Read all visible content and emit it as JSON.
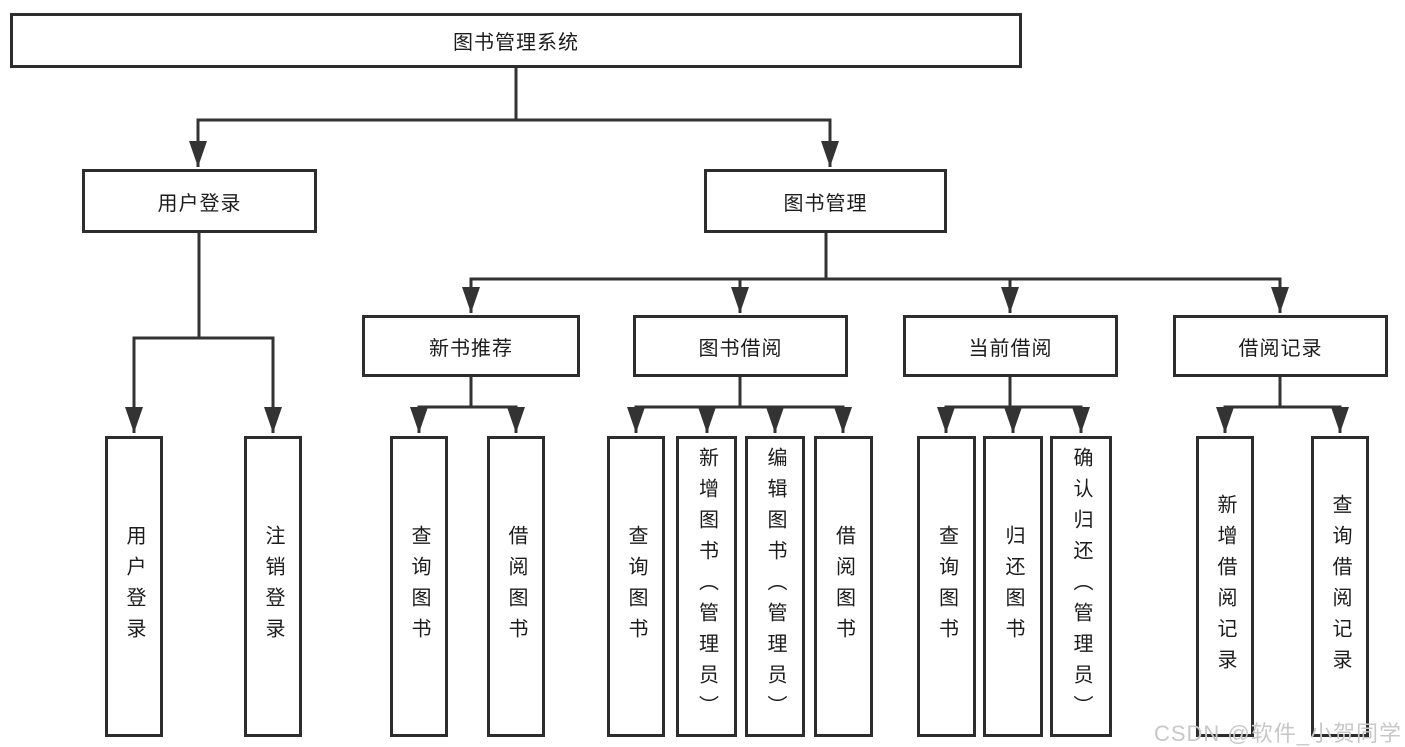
{
  "diagram": {
    "title": "图书管理系统",
    "nodes": {
      "root": {
        "label": "图书管理系统"
      },
      "user_login": {
        "label": "用户登录"
      },
      "book_mgmt": {
        "label": "图书管理"
      },
      "new_books": {
        "label": "新书推荐"
      },
      "book_borrow": {
        "label": "图书借阅"
      },
      "current_borrow": {
        "label": "当前借阅"
      },
      "borrow_records": {
        "label": "借阅记录"
      },
      "v_user_login": {
        "label": "用户登录"
      },
      "v_logout": {
        "label": "注销登录"
      },
      "v_query_books_1": {
        "label": "查询图书"
      },
      "v_borrow_books_1": {
        "label": "借阅图书"
      },
      "v_query_books_2": {
        "label": "查询图书"
      },
      "v_add_books": {
        "label": "新增图书（管理员）"
      },
      "v_edit_books": {
        "label": "编辑图书（管理员）"
      },
      "v_borrow_books_2": {
        "label": "借阅图书"
      },
      "v_query_books_3": {
        "label": "查询图书"
      },
      "v_return_books": {
        "label": "归还图书"
      },
      "v_confirm_return": {
        "label": "确认归还（管理员）"
      },
      "v_add_record": {
        "label": "新增借阅记录"
      },
      "v_query_record": {
        "label": "查询借阅记录"
      }
    },
    "colors": {
      "line": "#333333",
      "border": "#2d2d2d",
      "text": "#1c1c1c",
      "watermark_text": "#c8c8c8"
    }
  },
  "watermark": {
    "text": "CSDN @软件_小贺同学"
  }
}
